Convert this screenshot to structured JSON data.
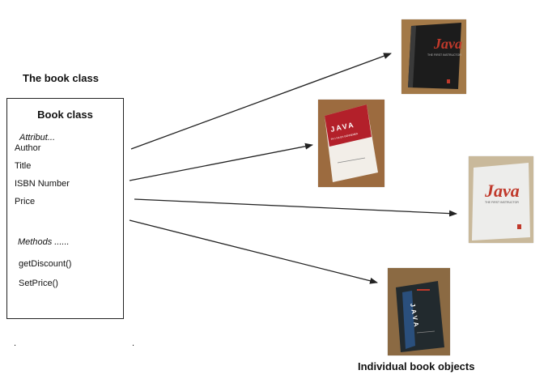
{
  "diagram": {
    "class_heading": "The book class",
    "objects_heading": "Individual book objects",
    "class_box": {
      "title": "Book class",
      "attributes_label": "Attribut...",
      "attributes": [
        "Author",
        "Title",
        "ISBN Number",
        "Price"
      ],
      "methods_label": "Methods ......",
      "methods": [
        "getDiscount()",
        "SetPrice()"
      ]
    },
    "book_objects": [
      {
        "cover_text": "Java",
        "subtitle": "THE FIRST INSTRUCTOR",
        "color": "#1a1a1a"
      },
      {
        "cover_text": "JAVA",
        "subtitle": "PA 1 NA EN GENNEMEN",
        "color": "#b3202a"
      },
      {
        "cover_text": "Java",
        "subtitle": "THE FIRST INSTRUCTOR",
        "color": "#e7e7e7"
      },
      {
        "cover_text": "JAVA",
        "subtitle": "",
        "color": "#1f3f5a"
      }
    ],
    "colors": {
      "arrow": "#222222",
      "box_border": "#222222"
    }
  }
}
